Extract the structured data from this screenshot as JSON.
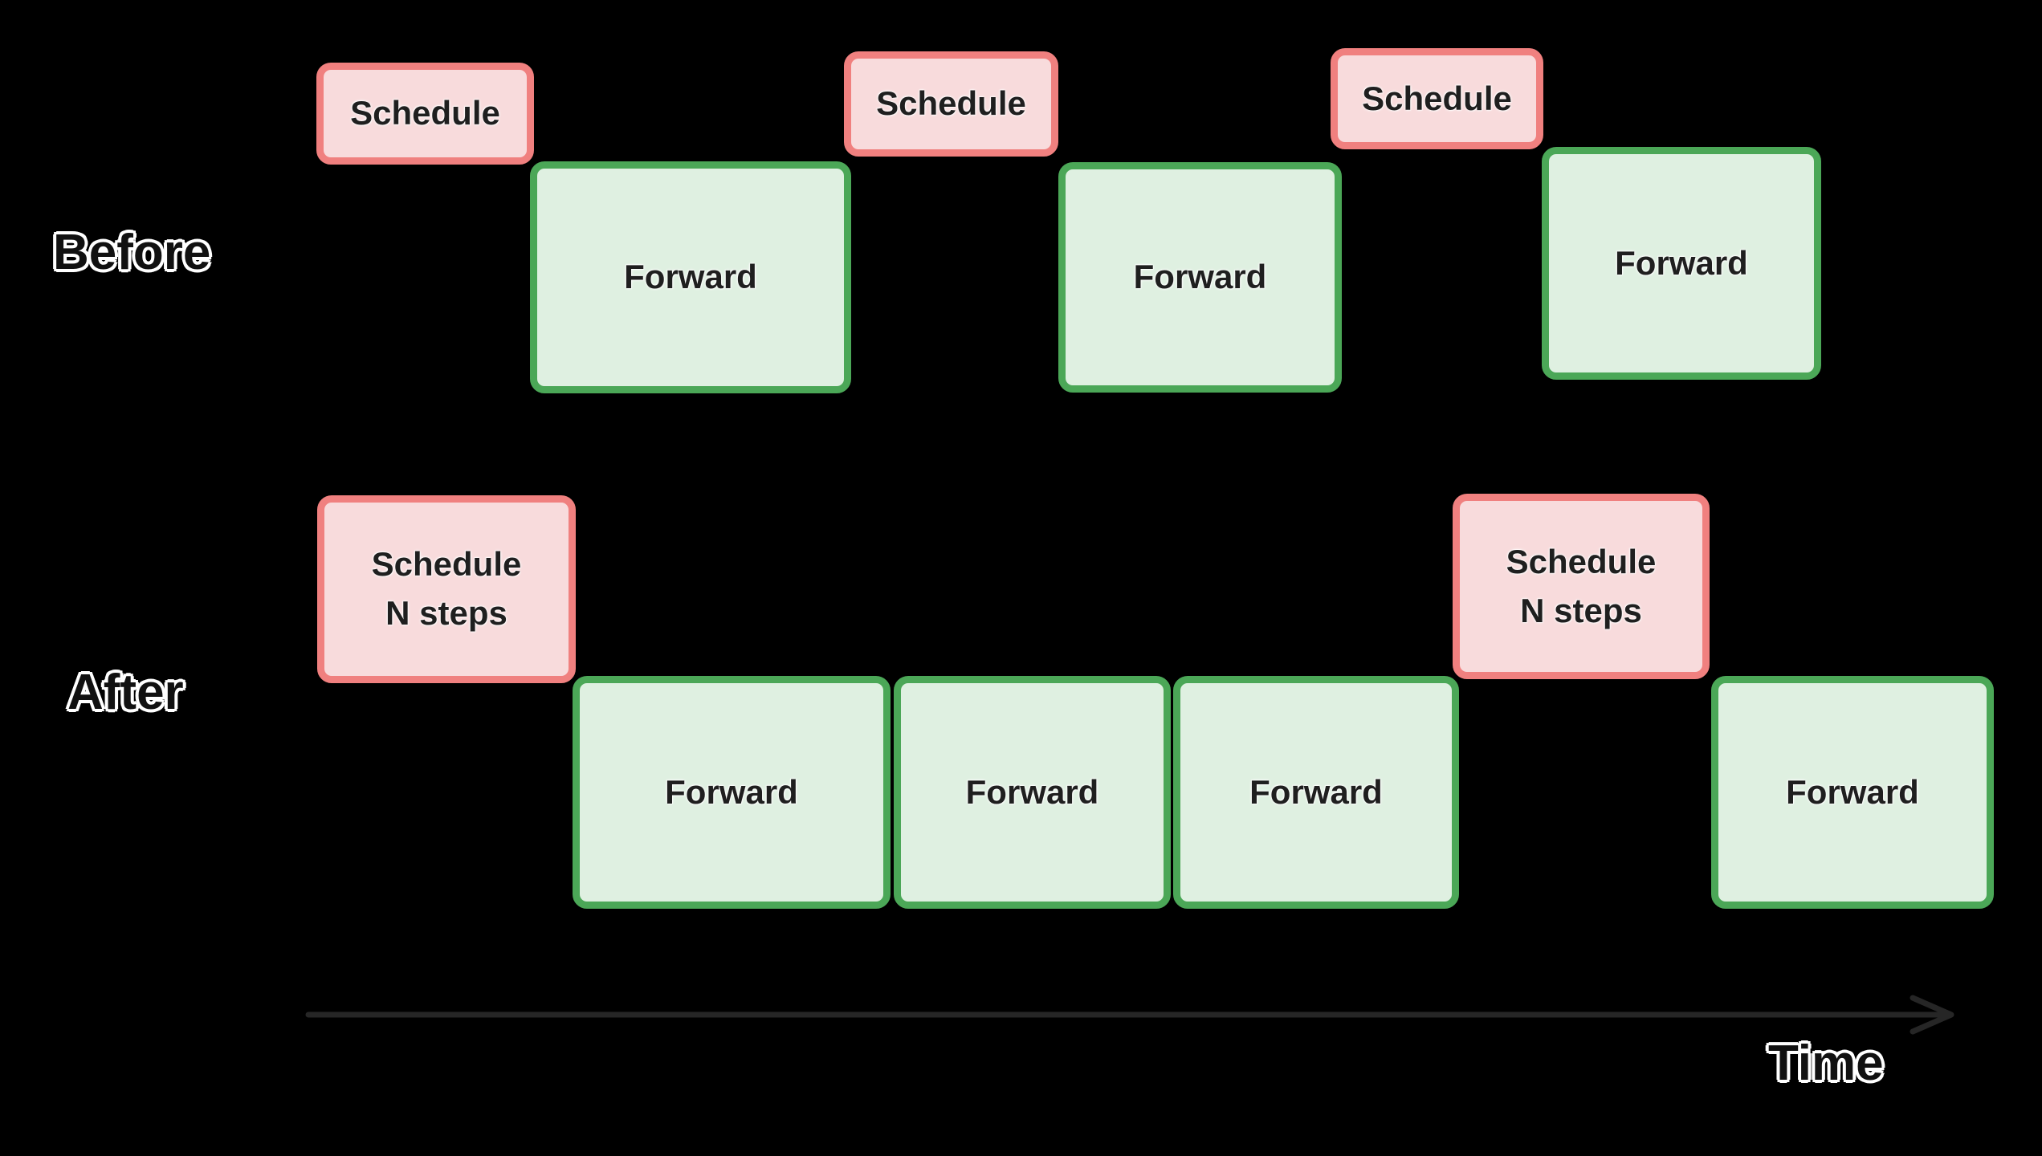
{
  "colors": {
    "background": "#000000",
    "schedule_fill": "#f8dbdc",
    "schedule_border": "#f0807f",
    "forward_fill": "#dff0e1",
    "forward_border": "#4ba757",
    "box_text": "#1f1f1f",
    "outline_text": "#111111",
    "arrow": "#262626"
  },
  "rows": {
    "before": {
      "label": "Before",
      "boxes": [
        {
          "kind": "schedule",
          "label": "Schedule"
        },
        {
          "kind": "forward",
          "label": "Forward"
        },
        {
          "kind": "schedule",
          "label": "Schedule"
        },
        {
          "kind": "forward",
          "label": "Forward"
        },
        {
          "kind": "schedule",
          "label": "Schedule"
        },
        {
          "kind": "forward",
          "label": "Forward"
        }
      ]
    },
    "after": {
      "label": "After",
      "boxes": [
        {
          "kind": "schedule",
          "label": "Schedule\nN steps"
        },
        {
          "kind": "forward",
          "label": "Forward"
        },
        {
          "kind": "forward",
          "label": "Forward"
        },
        {
          "kind": "forward",
          "label": "Forward"
        },
        {
          "kind": "schedule",
          "label": "Schedule\nN steps"
        },
        {
          "kind": "forward",
          "label": "Forward"
        }
      ]
    }
  },
  "time_axis": {
    "label": "Time"
  }
}
